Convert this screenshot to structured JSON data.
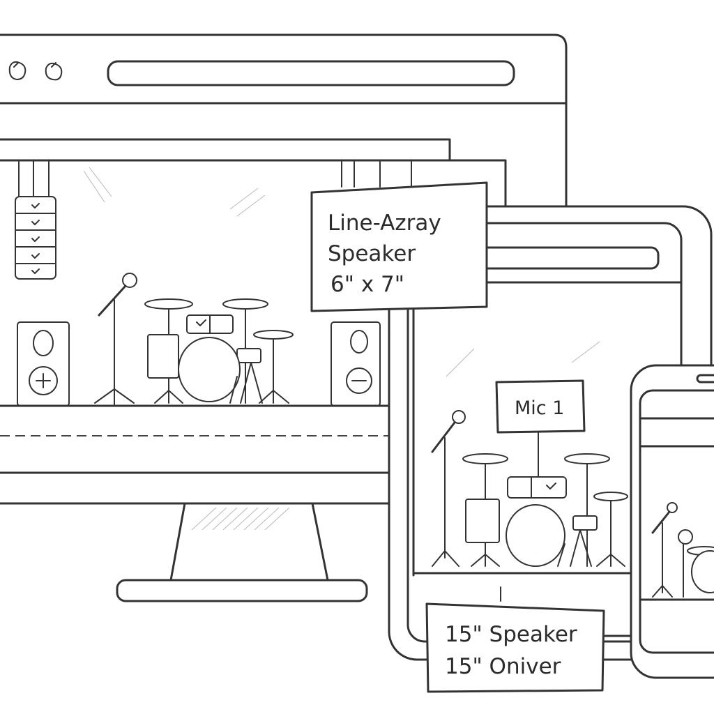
{
  "callouts": {
    "line_array": {
      "lines": [
        "Line-Azray",
        "Speaker",
        "6\" x 7\""
      ]
    },
    "mic": {
      "label": "Mic 1"
    },
    "speaker_15": {
      "lines": [
        "15\" Speaker",
        "15\" Oniver"
      ]
    }
  },
  "icons": {
    "window_controls": [
      "close-icon",
      "minimize-icon"
    ],
    "stage_items": [
      "line-array-speaker-icon",
      "microphone-stand-icon",
      "drum-kit-icon",
      "floor-speaker-icon"
    ]
  },
  "colors": {
    "ink": "#333333",
    "paper": "#ffffff"
  }
}
